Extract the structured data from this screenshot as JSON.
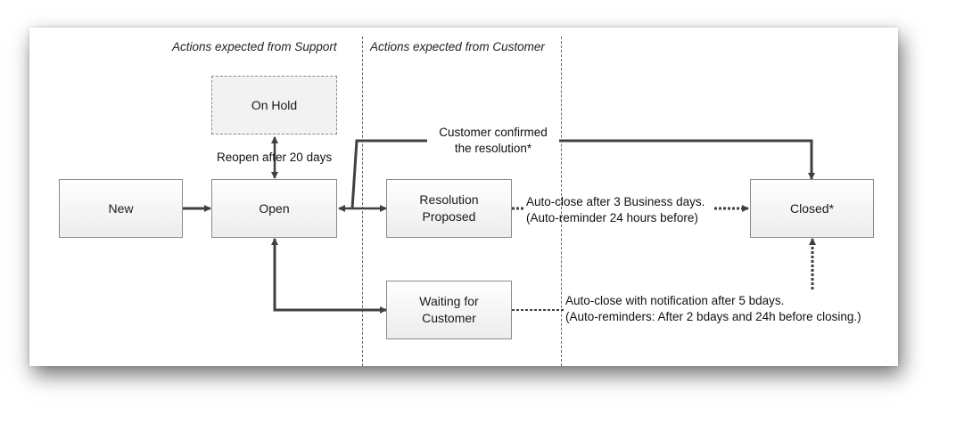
{
  "lanes": {
    "support": "Actions expected from Support",
    "customer": "Actions expected from Customer"
  },
  "states": {
    "new": "New",
    "open": "Open",
    "on_hold": "On Hold",
    "resolution_proposed_line1": "Resolution",
    "resolution_proposed_line2": "Proposed",
    "waiting_line1": "Waiting for",
    "waiting_line2": "Customer",
    "closed": "Closed*"
  },
  "transitions": {
    "reopen": "Reopen after 20 days",
    "confirmed_line1": "Customer confirmed",
    "confirmed_line2": "the resolution*",
    "autoclose_resolution_line1": "Auto-close after 3 Business days.",
    "autoclose_resolution_line2": "(Auto-reminder 24 hours before)",
    "autoclose_waiting_line1": "Auto-close with notification after 5 bdays.",
    "autoclose_waiting_line2": "(Auto-reminders: After 2 bdays and 24h before closing.)"
  },
  "colors": {
    "arrow": "#404040",
    "box_border": "#8a8a8a"
  }
}
